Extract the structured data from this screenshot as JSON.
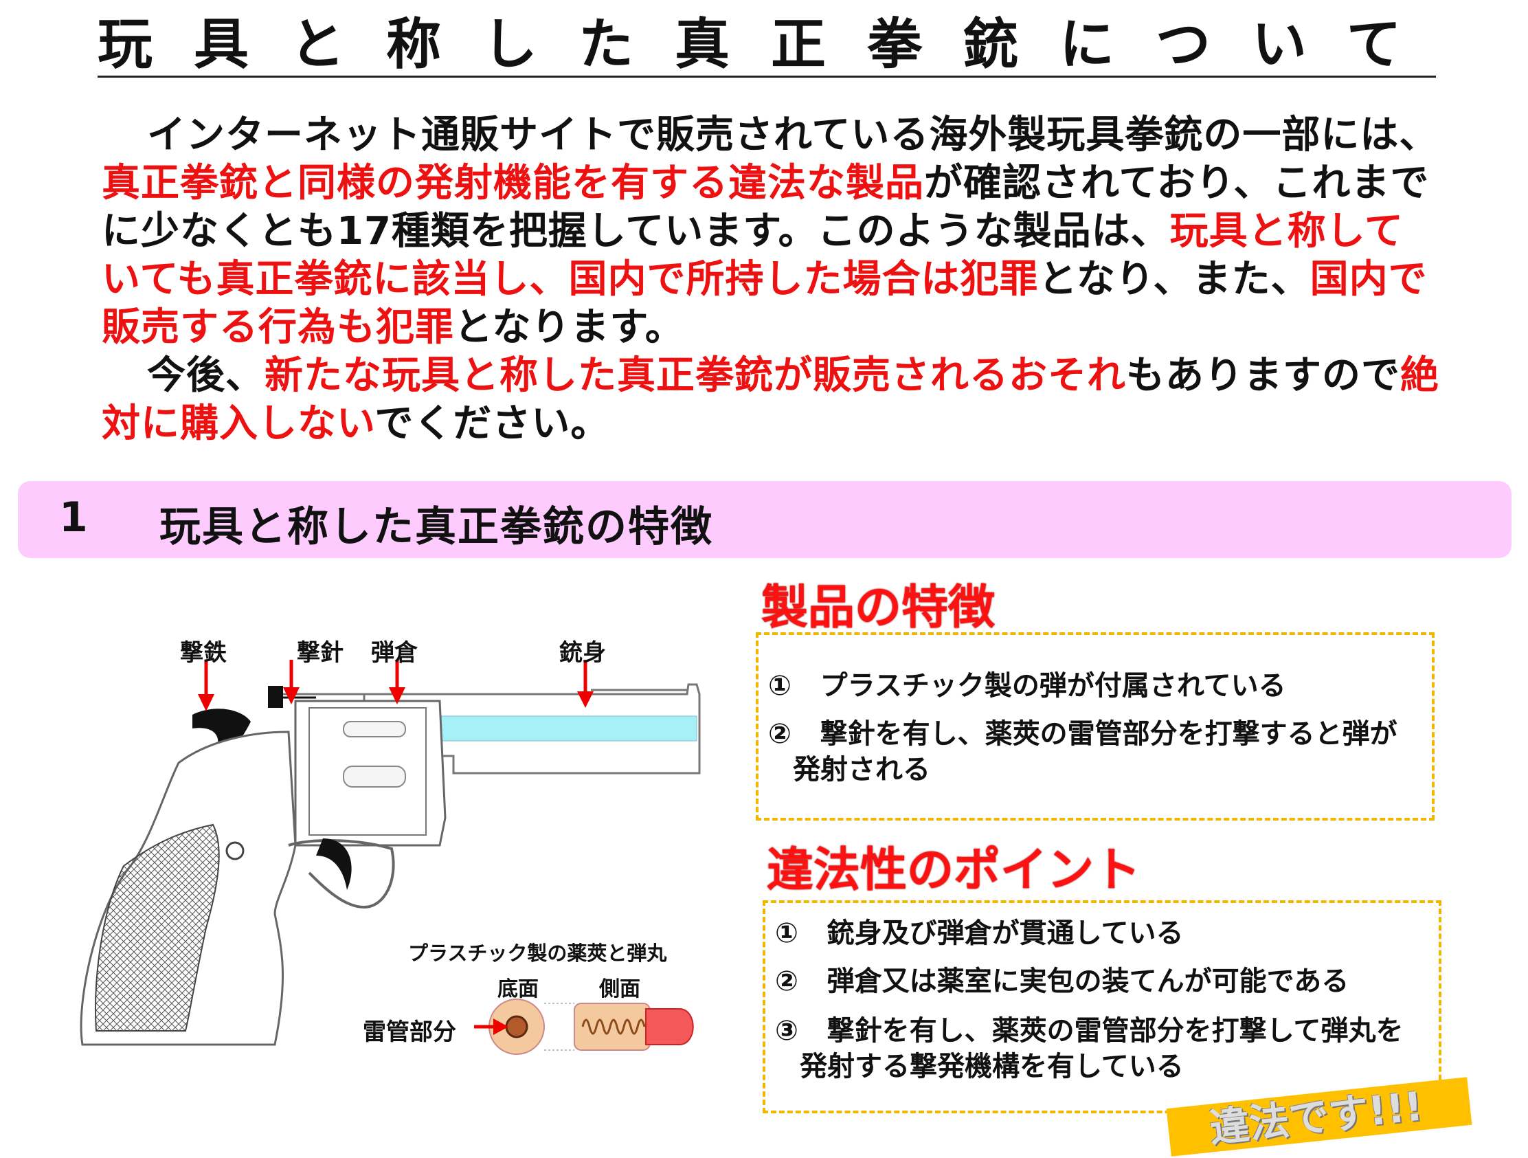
{
  "title": "玩具と称した真正拳銃について",
  "intro": {
    "p1": [
      {
        "text": "インターネット通販サイトで販売されている海外製玩具拳銃の一部には、",
        "red": false
      },
      {
        "text": "真正拳銃と同様の発射機能を有する違法な製品",
        "red": true
      },
      {
        "text": "が確認されており、これまでに少なくとも17種類を把握しています。このような製品は、",
        "red": false
      },
      {
        "text": "玩具と称していても真正拳銃に該当し、国内で所持した場合は犯罪",
        "red": true
      },
      {
        "text": "となり、また、",
        "red": false
      },
      {
        "text": "国内で販売する行為も犯罪",
        "red": true
      },
      {
        "text": "となります。",
        "red": false
      }
    ],
    "p2": [
      {
        "text": "今後、",
        "red": false
      },
      {
        "text": "新たな玩具と称した真正拳銃が販売されるおそれ",
        "red": true
      },
      {
        "text": "もありますので",
        "red": false
      },
      {
        "text": "絶対に購入しない",
        "red": true
      },
      {
        "text": "でください。",
        "red": false
      }
    ]
  },
  "section": {
    "number": "1",
    "title": "玩具と称した真正拳銃の特徴"
  },
  "diagram": {
    "labels": {
      "hammer": "撃鉄",
      "firing_pin": "撃針",
      "cylinder": "弾倉",
      "barrel": "銃身"
    },
    "cartridge_caption": "プラスチック製の薬莢と弾丸",
    "bottom_label": "底面",
    "side_label": "側面",
    "primer_label": "雷管部分"
  },
  "product_features": {
    "heading": "製品の特徴",
    "items": [
      {
        "num": "①",
        "line1": "プラスチック製の弾が付属されている",
        "line2": ""
      },
      {
        "num": "②",
        "line1": "撃針を有し、薬莢の雷管部分を打撃すると弾が",
        "line2": "発射される"
      }
    ]
  },
  "illegal_points": {
    "heading": "違法性のポイント",
    "items": [
      {
        "num": "①",
        "line1": "銃身及び弾倉が貫通している",
        "line2": ""
      },
      {
        "num": "②",
        "line1": "弾倉又は薬室に実包の装てんが可能である",
        "line2": ""
      },
      {
        "num": "③",
        "line1": "撃針を有し、薬莢の雷管部分を打撃して弾丸を",
        "line2": "発射する撃発機構を有している"
      }
    ]
  },
  "stamp": "違法です!!!",
  "colors": {
    "red": "#ee1111",
    "section_bg": "#fdcbfd",
    "dashed": "#f2b600",
    "stamp_bg": "#ffc000",
    "bore": "#a8f0f8"
  }
}
